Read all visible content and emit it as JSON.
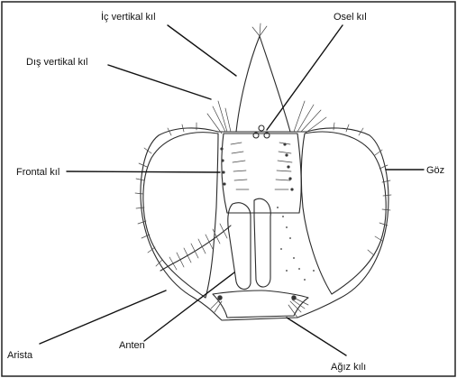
{
  "labels": {
    "ic_vertikal": "İç vertikal kıl",
    "dis_vertikal": "Dış vertikal kıl",
    "osel": "Osel kıl",
    "frontal": "Frontal kıl",
    "goz": "Göz",
    "arista": "Arista",
    "anten": "Anten",
    "agiz": "Ağız kılı"
  }
}
